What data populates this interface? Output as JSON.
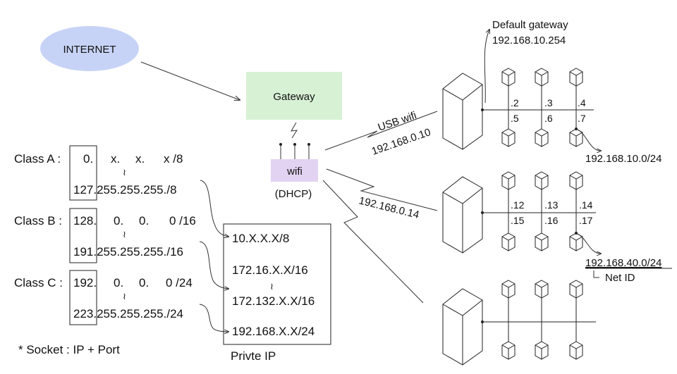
{
  "nodes": {
    "internet": "INTERNET",
    "gateway": "Gateway",
    "wifi": "wifi",
    "dhcp": "(DHCP)"
  },
  "links": {
    "usb": "USB wifi",
    "usb_ip": "192.168.0.10",
    "wifi_ip": "192.168.0.14"
  },
  "default_gateway": {
    "label": "Default gateway",
    "ip": "192.168.10.254"
  },
  "networks": {
    "net1": {
      "top": [
        ".2",
        ".3",
        ".4"
      ],
      "bottom": [
        ".5",
        ".6",
        ".7"
      ],
      "subnet": "192.168.10.0/24"
    },
    "net2": {
      "top": [
        ".12",
        ".13",
        ".14"
      ],
      "bottom": [
        ".15",
        ".16",
        ".17"
      ],
      "subnet": "192.168.40.0/24",
      "net_id": "Net ID"
    }
  },
  "classes": {
    "a": {
      "label": "Class A :",
      "start": [
        "0.",
        "x.",
        "x.",
        "x /8"
      ],
      "end": "127.255.255.255./8"
    },
    "b": {
      "label": "Class B :",
      "start": [
        "128.",
        "0.",
        "0.",
        "0 /16"
      ],
      "end": "191.255.255.255./16"
    },
    "c": {
      "label": "Class C :",
      "start": [
        "192.",
        "0.",
        "0.",
        "0 /24"
      ],
      "end": "223.255.255.255./24"
    }
  },
  "tilde": "≀",
  "private_ip": {
    "title": "Privte IP",
    "items": [
      "10.X.X.X/8",
      "172.16.X.X/16",
      "172.132.X.X/16",
      "192.168.X.X/24"
    ]
  },
  "socket": "* Socket  : IP + Port"
}
